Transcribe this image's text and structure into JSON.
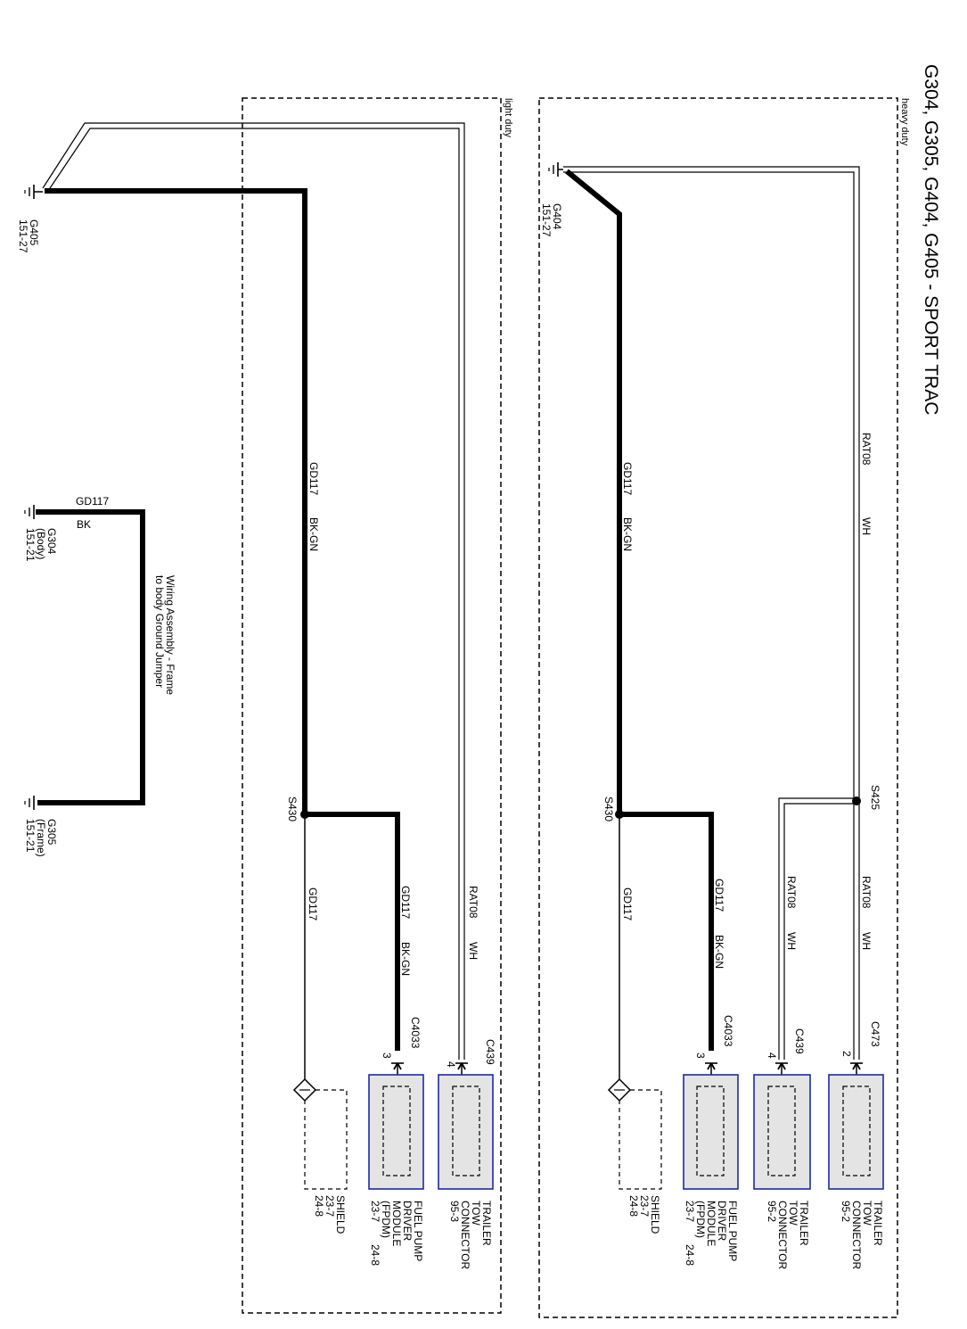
{
  "title": "G304, G305, G404, G405 - SPORT TRAC",
  "heavy_duty": {
    "section_label": "heavy duty",
    "ground": {
      "id": "G404",
      "ref": "151-27"
    },
    "wire_main": {
      "circuit": "GD117",
      "color": "BK-GN"
    },
    "wire_main_branch": {
      "circuit": "GD117",
      "color": "BK-GN"
    },
    "wire_shield": {
      "circuit": "GD117"
    },
    "wire_rat_main": {
      "circuit": "RAT08",
      "color": "WH"
    },
    "wire_rat_branch_a": {
      "circuit": "RAT08",
      "color": "WH"
    },
    "wire_rat_branch_b": {
      "circuit": "RAT08",
      "color": "WH"
    },
    "splice_gd": "S430",
    "splice_rat": "S425",
    "conn_fpdm": {
      "id": "C4033",
      "pin": "3"
    },
    "conn_tow_a": {
      "id": "C439",
      "pin": "4"
    },
    "conn_tow_b": {
      "id": "C473",
      "pin": "2"
    },
    "comp_tow_b": [
      "TRAILER",
      "TOW",
      "CONNECTOR",
      "95-2"
    ],
    "comp_tow_a": [
      "TRAILER",
      "TOW",
      "CONNECTOR",
      "95-2"
    ],
    "comp_fpdm": [
      "FUEL PUMP",
      "DRIVER",
      "MODULE",
      "(FPDM)"
    ],
    "comp_fpdm_ref": [
      "23-7",
      "24-8"
    ],
    "shield": [
      "SHIELD",
      "23-7",
      "24-8"
    ]
  },
  "light_duty": {
    "section_label": "light duty",
    "ground": {
      "id": "G405",
      "ref": "151-27"
    },
    "wire_main": {
      "circuit": "GD117",
      "color": "BK-GN"
    },
    "wire_main_branch": {
      "circuit": "GD117",
      "color": "BK-GN"
    },
    "wire_shield": {
      "circuit": "GD117"
    },
    "wire_rat": {
      "circuit": "RAT08",
      "color": "WH"
    },
    "splice_gd": "S430",
    "conn_fpdm": {
      "id": "C4033",
      "pin": "3"
    },
    "conn_tow": {
      "id": "C439",
      "pin": "4"
    },
    "comp_tow": [
      "TRAILER",
      "TOW",
      "CONNECTOR",
      "95-3"
    ],
    "comp_fpdm": [
      "FUEL PUMP",
      "DRIVER",
      "MODULE",
      "(FPDM)"
    ],
    "comp_fpdm_ref": [
      "23-7",
      "24-8"
    ],
    "shield": [
      "SHIELD",
      "23-7",
      "24-8"
    ]
  },
  "jumper": {
    "wire": {
      "circuit": "GD117",
      "color": "BK"
    },
    "ground_body": [
      "G304",
      "(Body)",
      "151-21"
    ],
    "ground_frame": [
      "G305",
      "(Frame)",
      "151-21"
    ],
    "caption": [
      "Wiring Assembly - Frame",
      "to body Ground Jumper"
    ]
  },
  "colors": {
    "line": "#000000",
    "component_border": "#1c2aa8",
    "component_fill": "#e4e4e4"
  }
}
